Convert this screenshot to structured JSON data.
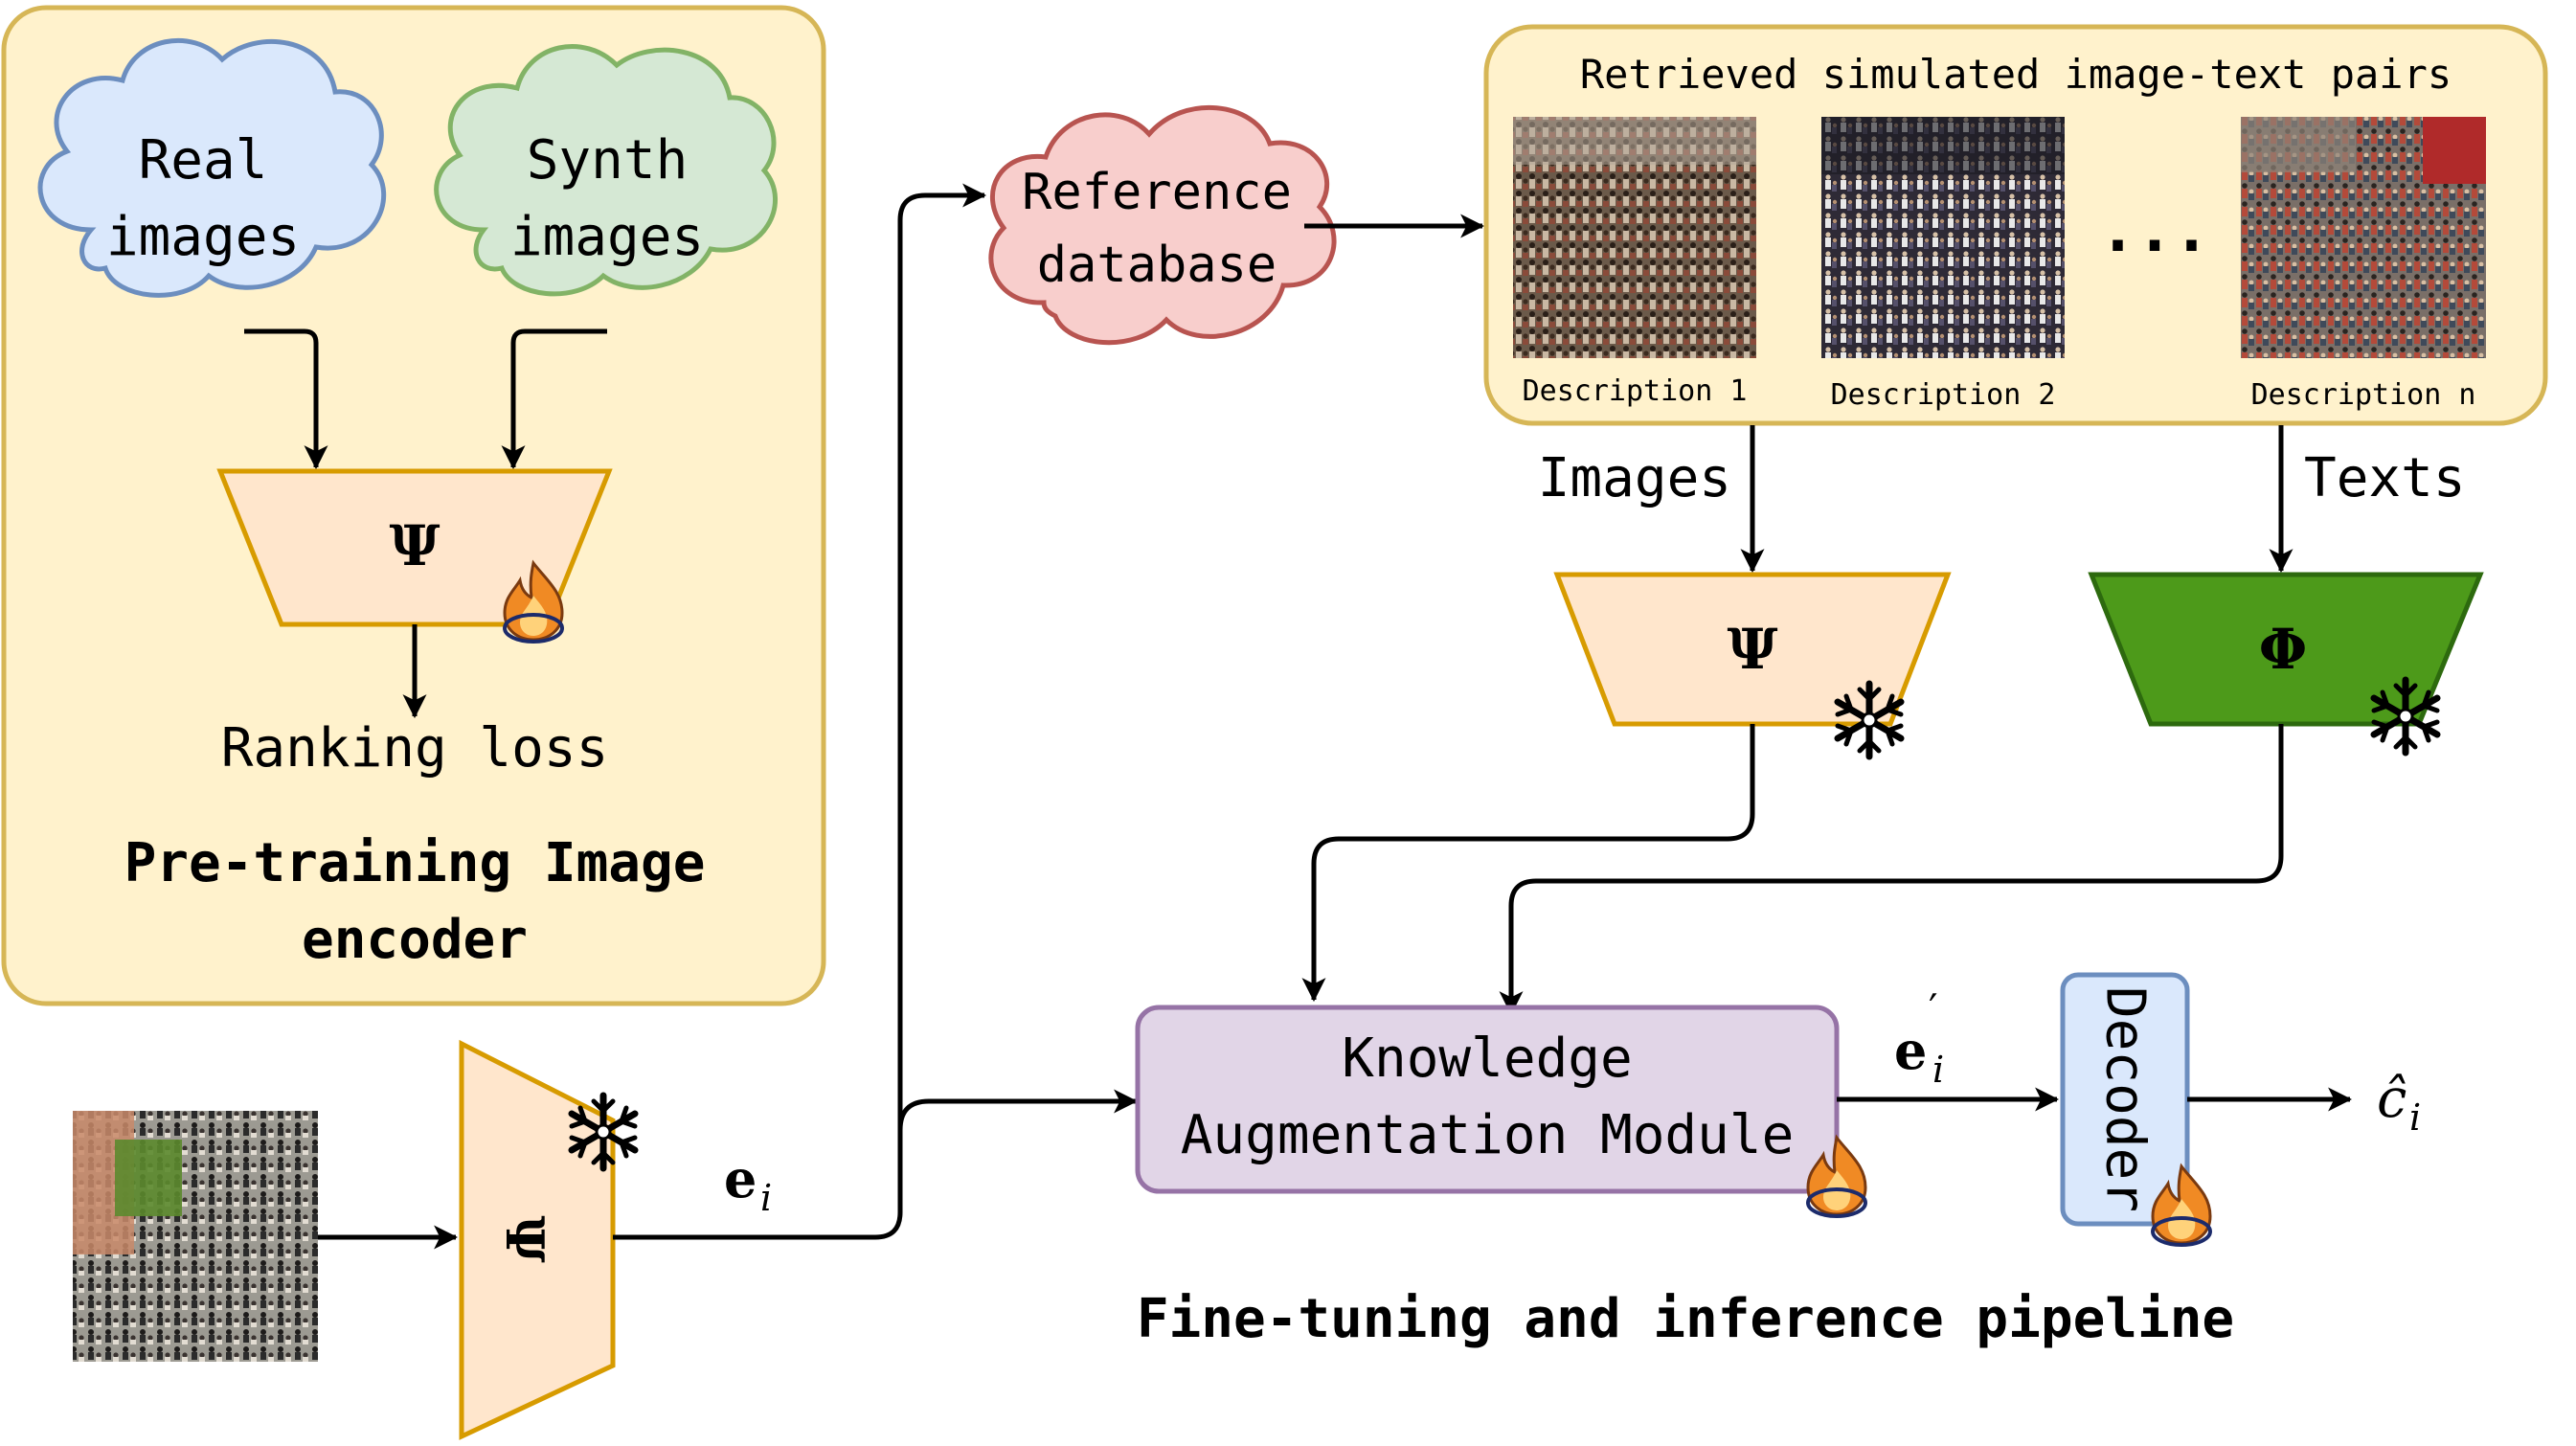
{
  "pretraining": {
    "real_cloud": [
      "Real",
      "images"
    ],
    "synth_cloud": [
      "Synth",
      "images"
    ],
    "encoder_symbol": "Ψ",
    "loss_label": "Ranking loss",
    "title_lines": [
      "Pre-training Image",
      "encoder"
    ]
  },
  "reference_db": [
    "Reference",
    "database"
  ],
  "retrieved": {
    "title": "Retrieved simulated image-text pairs",
    "descriptions": [
      "Description 1",
      "Description 2",
      "Description n"
    ],
    "ellipsis": "..."
  },
  "labels": {
    "images": "Images",
    "texts": "Texts"
  },
  "image_encoder_symbol": "Ψ",
  "text_encoder_symbol": "Φ",
  "input_encoder_symbol": "Ψ",
  "kam": [
    "Knowledge",
    "Augmentation Module"
  ],
  "decoder": "Decoder",
  "math": {
    "e_i": "e",
    "e_i_sub": "i",
    "e_prime": "e",
    "e_prime_sub": "i",
    "e_prime_sup": "′",
    "c_hat": "ĉ",
    "c_hat_sub": "i"
  },
  "pipeline_title": "Fine-tuning and inference pipeline",
  "colors": {
    "panel_fill": "#fff2cc",
    "panel_stroke": "#d6b656",
    "blue_fill": "#dae8fc",
    "blue_stroke": "#6c8ebf",
    "green_fill": "#d5e8d4",
    "green_stroke": "#82b366",
    "red_fill": "#f8cecc",
    "red_stroke": "#b85450",
    "orange_fill": "#ffe6cc",
    "orange_stroke": "#d79b00",
    "dark_green": "#4d9a1a",
    "purple_fill": "#e1d5e7",
    "purple_stroke": "#9673a6"
  },
  "icons": {
    "trainable": "flame-icon",
    "frozen": "snowflake-icon"
  }
}
